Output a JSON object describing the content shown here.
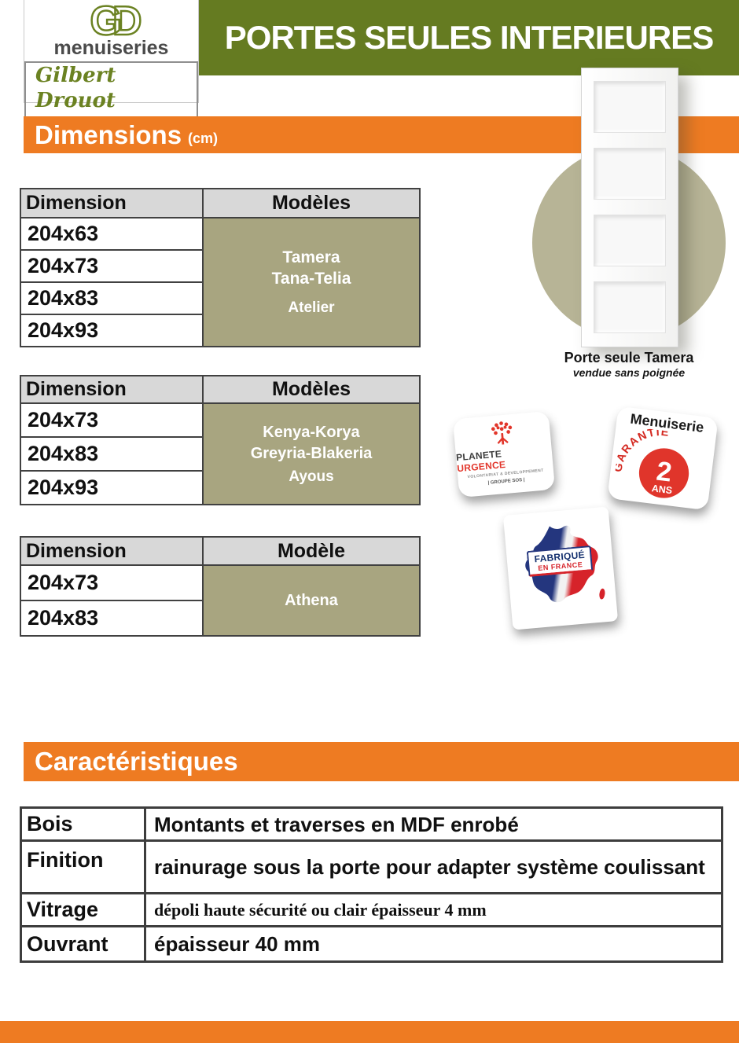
{
  "logo": {
    "monogram": "GD",
    "subtitle": "menuiseries",
    "signature": "Gilbert Drouot"
  },
  "header": {
    "title": "PORTES SEULES INTERIEURES"
  },
  "banners": {
    "dimensions": {
      "title": "Dimensions",
      "unit": "(cm)"
    },
    "caracteristiques": {
      "title": "Caractéristiques"
    }
  },
  "table1": {
    "col1": "Dimension",
    "col2": "Modèles",
    "rows": [
      "204x63",
      "204x73",
      "204x83",
      "204x93"
    ],
    "models": [
      "Tamera",
      "Tana-Telia",
      "Atelier"
    ]
  },
  "table2": {
    "col1": "Dimension",
    "col2": "Modèles",
    "rows": [
      "204x73",
      "204x83",
      "204x93"
    ],
    "models": [
      "Kenya-Korya",
      "Greyria-Blakeria",
      "Ayous"
    ]
  },
  "table3": {
    "col1": "Dimension",
    "col2": "Modèle",
    "rows": [
      "204x73",
      "204x83"
    ],
    "models": [
      "Athena"
    ]
  },
  "door": {
    "caption": "Porte seule Tamera",
    "subcaption": "vendue sans poignée"
  },
  "badges": {
    "planete": {
      "name1": "PLANETE",
      "name2": "URGENCE",
      "tagline": "VOLONTARIAT & DEVELOPPEMENT",
      "group": "| GROUPE SOS |"
    },
    "garantie": {
      "brand": "Menuiserie",
      "arc": "GARANTIE",
      "number": "2",
      "unit": "ANS"
    },
    "france": {
      "line1": "FABRIQUÉ",
      "line2": "EN FRANCE"
    }
  },
  "caracteristiques": {
    "rows": [
      {
        "label": "Bois",
        "value": "Montants et traverses en MDF enrobé"
      },
      {
        "label": "Finition",
        "value": "rainurage sous la porte pour adapter système coulissant"
      },
      {
        "label": "Vitrage",
        "value": "dépoli haute sécurité ou clair épaisseur 4 mm"
      },
      {
        "label": "Ouvrant",
        "value": "épaisseur 40 mm"
      }
    ]
  },
  "colors": {
    "green": "#657b21",
    "orange": "#ee7b22",
    "khaki": "#a8a580",
    "header_gray": "#d8d8d8"
  }
}
